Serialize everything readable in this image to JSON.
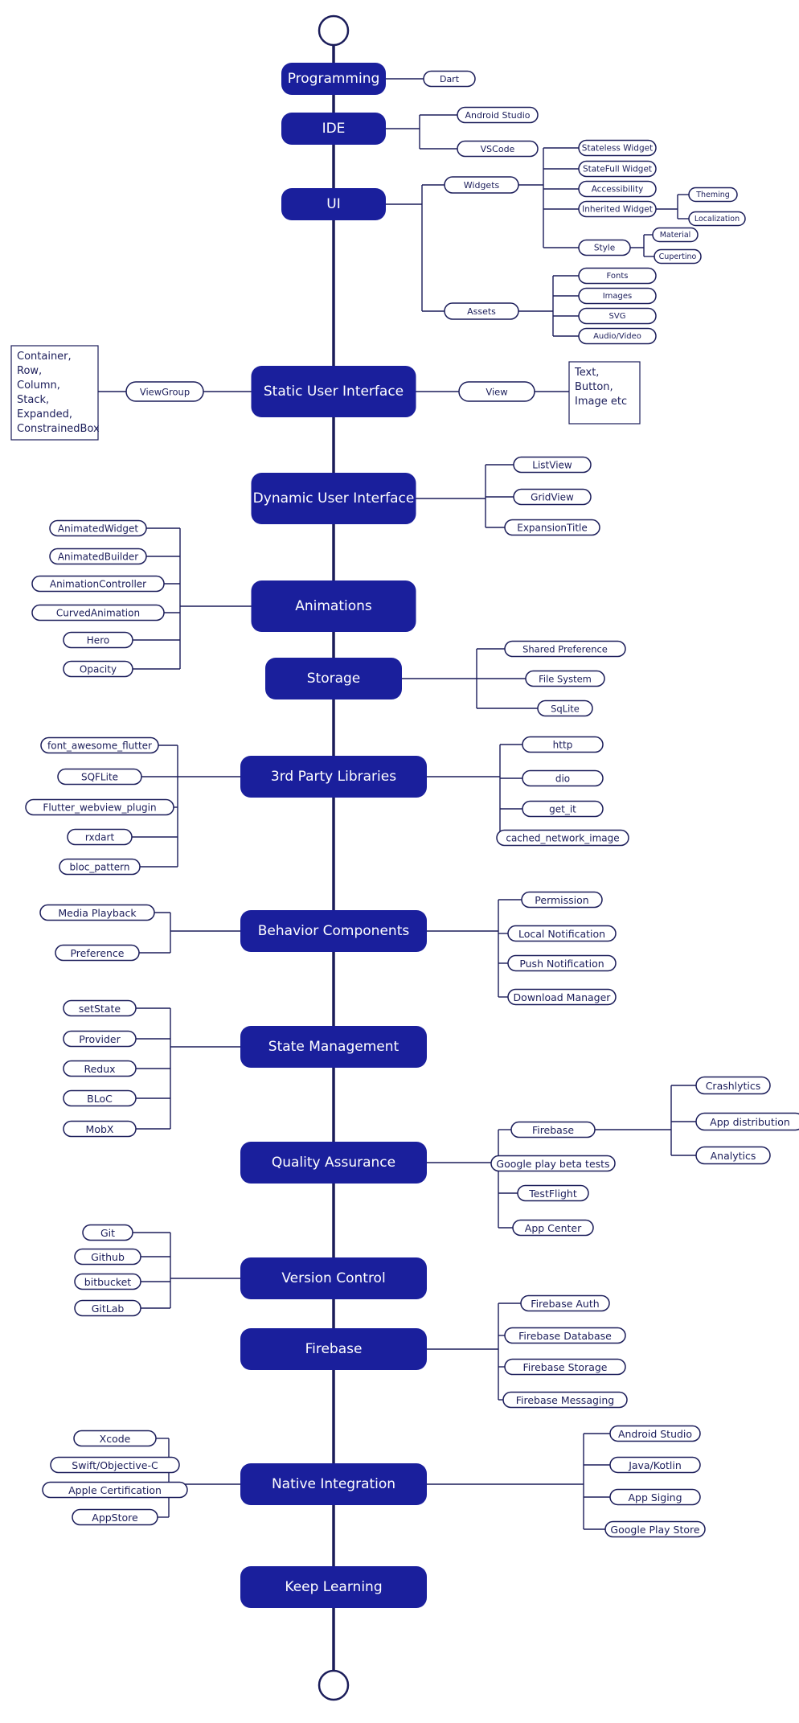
{
  "main_nodes": [
    {
      "id": "programming",
      "label": "Programming"
    },
    {
      "id": "ide",
      "label": "IDE"
    },
    {
      "id": "ui",
      "label": "UI"
    },
    {
      "id": "static-ui",
      "label": "Static User Interface"
    },
    {
      "id": "dynamic-ui",
      "label": "Dynamic User Interface"
    },
    {
      "id": "animations",
      "label": "Animations"
    },
    {
      "id": "storage",
      "label": "Storage"
    },
    {
      "id": "third-party",
      "label": "3rd Party Libraries"
    },
    {
      "id": "behavior",
      "label": "Behavior Components"
    },
    {
      "id": "state-mgmt",
      "label": "State Management"
    },
    {
      "id": "qa",
      "label": "Quality Assurance"
    },
    {
      "id": "version-control",
      "label": "Version Control"
    },
    {
      "id": "firebase",
      "label": "Firebase"
    },
    {
      "id": "native",
      "label": "Native Integration"
    },
    {
      "id": "keep-learning",
      "label": "Keep Learning"
    }
  ],
  "branches": {
    "programming": {
      "right": [
        "Dart"
      ]
    },
    "ide": {
      "right": [
        "Android Studio",
        "VSCode"
      ]
    },
    "ui": {
      "widgets": {
        "label": "Widgets",
        "children": [
          "Stateless Widget",
          "StateFull Widget",
          "Accessibility",
          "Inherited Widget"
        ],
        "inherited_children": [
          "Theming",
          "Localization"
        ],
        "style": {
          "label": "Style",
          "children": [
            "Material",
            "Cupertino"
          ]
        }
      },
      "assets": {
        "label": "Assets",
        "children": [
          "Fonts",
          "Images",
          "SVG",
          "Audio/Video"
        ]
      }
    },
    "static-ui": {
      "left": {
        "label": "ViewGroup",
        "note": [
          "Container,",
          "Row,",
          "Column,",
          "Stack,",
          "Expanded,",
          "ConstrainedBox"
        ]
      },
      "right": {
        "label": "View",
        "note": [
          "Text,",
          "Button,",
          "Image etc"
        ]
      }
    },
    "dynamic-ui": {
      "right": [
        "ListView",
        "GridView",
        "ExpansionTitle"
      ]
    },
    "animations": {
      "left": [
        "AnimatedWidget",
        "AnimatedBuilder",
        "AnimationController",
        "CurvedAnimation",
        "Hero",
        "Opacity"
      ]
    },
    "storage": {
      "right": [
        "Shared Preference",
        "File System",
        "SqLite"
      ]
    },
    "third-party": {
      "left": [
        "font_awesome_flutter",
        "SQFLite",
        "Flutter_webview_plugin",
        "rxdart",
        "bloc_pattern"
      ],
      "right": [
        "http",
        "dio",
        "get_it",
        "cached_network_image"
      ]
    },
    "behavior": {
      "left": [
        "Media Playback",
        "Preference"
      ],
      "right": [
        "Permission",
        "Local Notification",
        "Push Notification",
        "Download Manager"
      ]
    },
    "state-mgmt": {
      "left": [
        "setState",
        "Provider",
        "Redux",
        "BLoC",
        "MobX"
      ]
    },
    "qa": {
      "right": [
        "Firebase",
        "Google play beta tests",
        "TestFlight",
        "App Center"
      ],
      "firebase_children": [
        "Crashlytics",
        "App distribution",
        "Analytics"
      ]
    },
    "version-control": {
      "left": [
        "Git",
        "Github",
        "bitbucket",
        "GitLab"
      ]
    },
    "firebase": {
      "right": [
        "Firebase Auth",
        "Firebase Database",
        "Firebase Storage",
        "Firebase Messaging"
      ]
    },
    "native": {
      "left": [
        "Xcode",
        "Swift/Objective-C",
        "Apple Certification",
        "AppStore"
      ],
      "right": [
        "Android Studio",
        "Java/Kotlin",
        "App Siging",
        "Google Play Store"
      ]
    }
  },
  "colors": {
    "main_fill": "#1a1f9c",
    "main_text": "#ffffff",
    "line": "#1b1d5a",
    "pill_fill": "#ffffff"
  }
}
